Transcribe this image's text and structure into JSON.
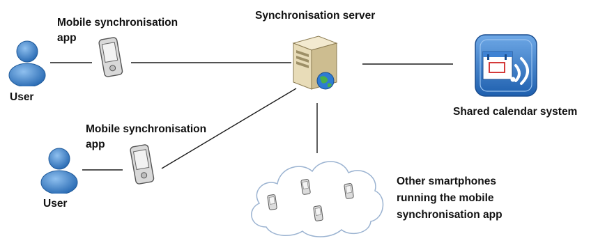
{
  "labels": {
    "app_top_line1": "Mobile synchronisation",
    "app_top_line2": "app",
    "user_top": "User",
    "server": "Synchronisation server",
    "calendar": "Shared calendar system",
    "app_bottom_line1": "Mobile synchronisation",
    "app_bottom_line2": "app",
    "user_bottom": "User",
    "cloud_line1": "Other smartphones",
    "cloud_line2": "running the mobile",
    "cloud_line3": "synchronisation app"
  },
  "colors": {
    "user_body": "#3d7ec6",
    "user_dark": "#1f5a9a",
    "phone_body": "#d9d9d9",
    "phone_screen": "#f2f2f2",
    "server_body": "#e8dcb8",
    "calendar_blue": "#2f74c9",
    "cloud_stroke": "#9bb3d1",
    "line": "#1a1a1a"
  },
  "icons": {
    "user": "user-icon",
    "phone": "smartphone-icon",
    "server": "server-icon",
    "calendar": "calendar-icon",
    "cloud": "cloud-icon"
  }
}
